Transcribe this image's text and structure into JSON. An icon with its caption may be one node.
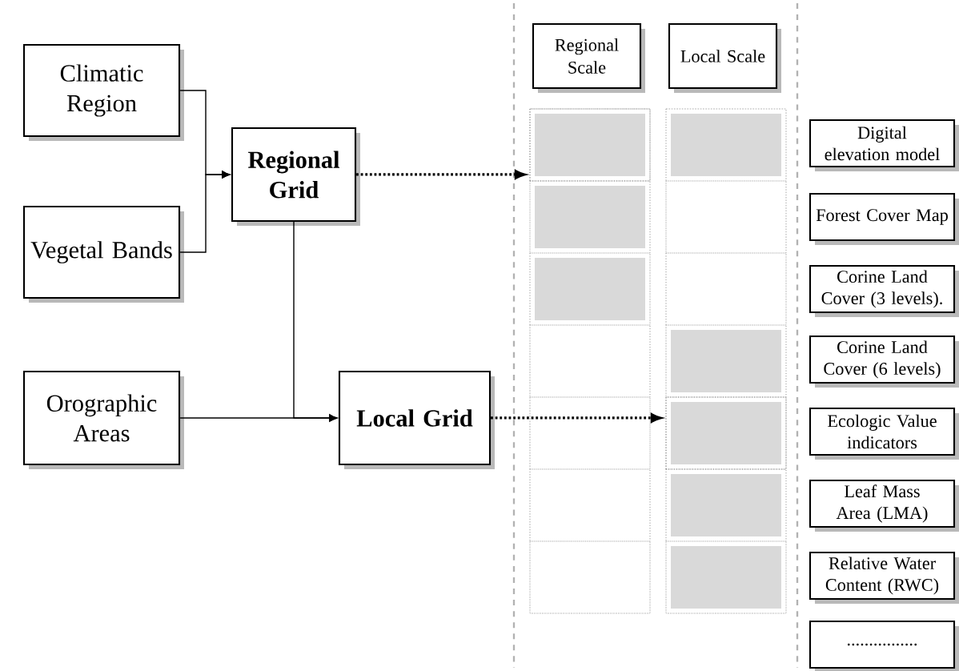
{
  "diagram": {
    "nodes": [
      {
        "text": [
          "Climatic Region"
        ]
      },
      {
        "text": [
          "Vegetal Bands"
        ]
      },
      {
        "text": [
          "Regional Grid"
        ]
      },
      {
        "text": [
          "Orographic Areas"
        ]
      },
      {
        "text": [
          "Local Grid"
        ]
      },
      {
        "text": [
          "Regional Scale"
        ]
      },
      {
        "text": [
          "Local Scale"
        ]
      },
      {
        "text": [],
        "shape": "box"
      },
      {
        "text": [],
        "shape": "box"
      },
      {
        "text": [
          "Digital elevation model"
        ]
      },
      {
        "text": [
          "Forest Cover Map"
        ]
      },
      {
        "text": [
          "Corine Land Cover (3 levels)."
        ]
      },
      {
        "text": [
          "Corine Land Cover (6 levels)"
        ]
      },
      {
        "text": [
          "Ecologic Value indicators"
        ]
      },
      {
        "text": [
          "Leaf Mass Area (LMA)"
        ]
      },
      {
        "text": [
          "Relative Water Content (RWC)"
        ]
      },
      {
        "text": [
          "................"
        ]
      }
    ],
    "edges": [
      {
        "from": 0,
        "to": 2,
        "arrow": "to"
      },
      {
        "from": 1,
        "to": 2,
        "arrow": "to"
      },
      {
        "from": 2,
        "to": 4,
        "arrow": "to"
      },
      {
        "from": 3,
        "to": 4,
        "arrow": "to"
      },
      {
        "from": 2,
        "to": 7,
        "arrow": "to",
        "style": "dashed"
      },
      {
        "from": 4,
        "to": 8,
        "arrow": "to",
        "style": "dashed"
      }
    ]
  }
}
